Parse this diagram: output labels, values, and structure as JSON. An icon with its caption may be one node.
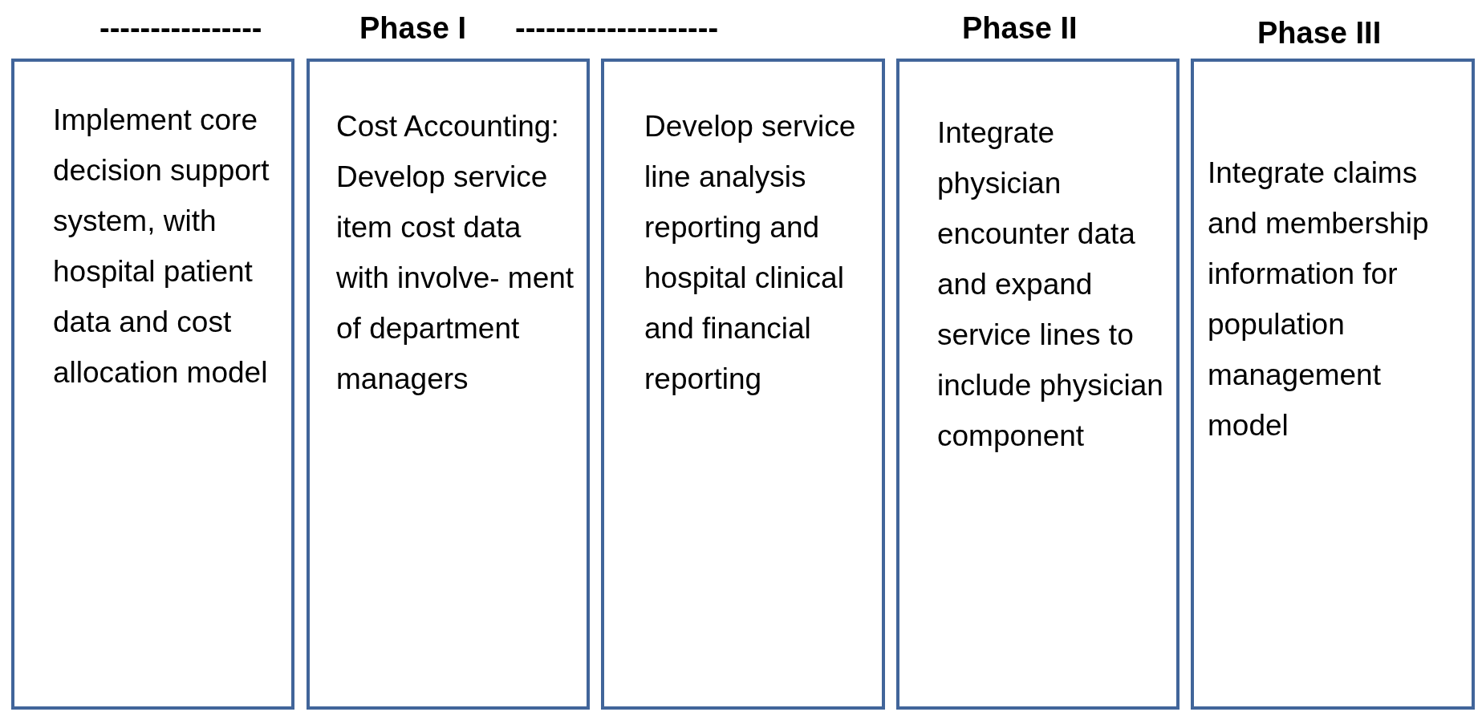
{
  "diagram": {
    "nodes": [
      {
        "text": [
          "Implement core decision support system, with hospital patient data and cost allocation model"
        ]
      },
      {
        "text": [
          "Cost Accounting: Develop service item cost data with involve- ment of department managers"
        ]
      },
      {
        "text": [
          "Develop service line analysis reporting and hospital clinical and financial reporting"
        ]
      },
      {
        "text": [
          "Integrate physician encounter data and expand service lines to include physician component"
        ]
      },
      {
        "text": [
          "Integrate claims and membership information for population management model"
        ]
      }
    ],
    "labels": [
      "----------------",
      "Phase I",
      "--------------------",
      "Phase II",
      "Phase III"
    ]
  }
}
